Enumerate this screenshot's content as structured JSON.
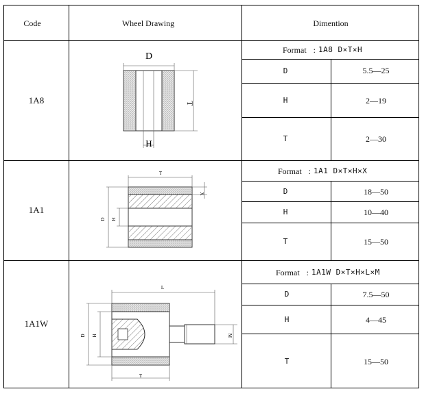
{
  "header": {
    "code": "Code",
    "drawing": "Wheel Drawing",
    "dimension": "Dimention"
  },
  "rows": [
    {
      "code": "1A8",
      "format_label": "Format",
      "format_sep": ":",
      "format_value": "1A8 D×T×H",
      "dims": [
        {
          "name": "D",
          "value": "5.5—25"
        },
        {
          "name": "H",
          "value": "2—19"
        },
        {
          "name": "T",
          "value": "2—30"
        }
      ],
      "drawing_labels": {
        "d": "D",
        "h": "H",
        "t": "T"
      }
    },
    {
      "code": "1A1",
      "format_label": "Format",
      "format_sep": ":",
      "format_value": "1A1 D×T×H×X",
      "dims": [
        {
          "name": "D",
          "value": "18—50"
        },
        {
          "name": "H",
          "value": "10—40"
        },
        {
          "name": "T",
          "value": "15—50"
        }
      ],
      "drawing_labels": {
        "t": "T",
        "x": "X",
        "d": "D",
        "h": "H"
      }
    },
    {
      "code": "1A1W",
      "format_label": "Format",
      "format_sep": ":",
      "format_value": "1A1W D×T×H×L×M",
      "dims": [
        {
          "name": "D",
          "value": "7.5—50"
        },
        {
          "name": "H",
          "value": "4—45"
        },
        {
          "name": "T",
          "value": "15—50"
        }
      ],
      "drawing_labels": {
        "l": "L",
        "d": "D",
        "h": "H",
        "m": "M",
        "t": "T"
      }
    }
  ]
}
